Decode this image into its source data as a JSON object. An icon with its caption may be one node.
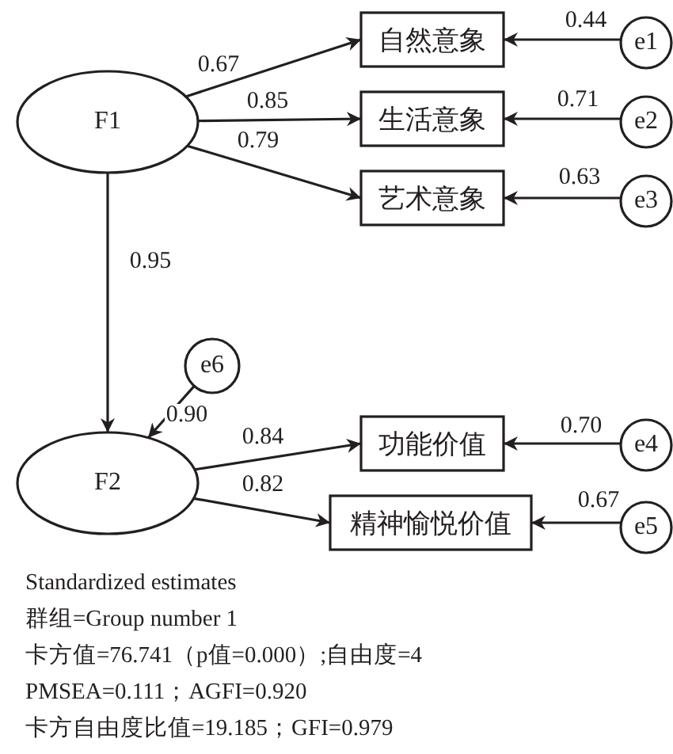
{
  "diagram": {
    "nodes": [
      {
        "text": [
          "F1"
        ]
      },
      {
        "text": [
          "自然意象"
        ]
      },
      {
        "text": [
          "生活意象"
        ]
      },
      {
        "text": [
          "艺术意象"
        ]
      },
      {
        "text": [
          "e1"
        ]
      },
      {
        "text": [
          "e2"
        ]
      },
      {
        "text": [
          "e3"
        ]
      },
      {
        "text": [
          "F2"
        ]
      },
      {
        "text": [
          "e6"
        ]
      },
      {
        "text": [
          "功能价值"
        ]
      },
      {
        "text": [
          "精神愉悦价值"
        ]
      },
      {
        "text": [
          "e4"
        ]
      },
      {
        "text": [
          "e5"
        ]
      }
    ],
    "edges": [
      {
        "from": 0,
        "to": 1,
        "arrow": "to",
        "label": "0.67"
      },
      {
        "from": 0,
        "to": 2,
        "arrow": "to",
        "label": "0.85"
      },
      {
        "from": 0,
        "to": 3,
        "arrow": "to",
        "label": "0.79"
      },
      {
        "from": 4,
        "to": 1,
        "arrow": "to",
        "label": "0.44"
      },
      {
        "from": 5,
        "to": 2,
        "arrow": "to",
        "label": "0.71"
      },
      {
        "from": 6,
        "to": 3,
        "arrow": "to",
        "label": "0.63"
      },
      {
        "from": 0,
        "to": 7,
        "arrow": "to",
        "label": "0.95"
      },
      {
        "from": 8,
        "to": 7,
        "arrow": "to",
        "label": "0.90"
      },
      {
        "from": 7,
        "to": 9,
        "arrow": "to",
        "label": "0.84"
      },
      {
        "from": 7,
        "to": 10,
        "arrow": "to",
        "label": "0.82"
      },
      {
        "from": 11,
        "to": 9,
        "arrow": "to",
        "label": "0.70"
      },
      {
        "from": 12,
        "to": 10,
        "arrow": "to",
        "label": "0.67"
      }
    ],
    "labels": [
      "Standardized estimates",
      "群组=Group number 1",
      "卡方值=76.741（p值=0.000）;自由度=4",
      "PMSEA=0.111；AGFI=0.920",
      "卡方自由度比值=19.185；GFI=0.979"
    ]
  }
}
